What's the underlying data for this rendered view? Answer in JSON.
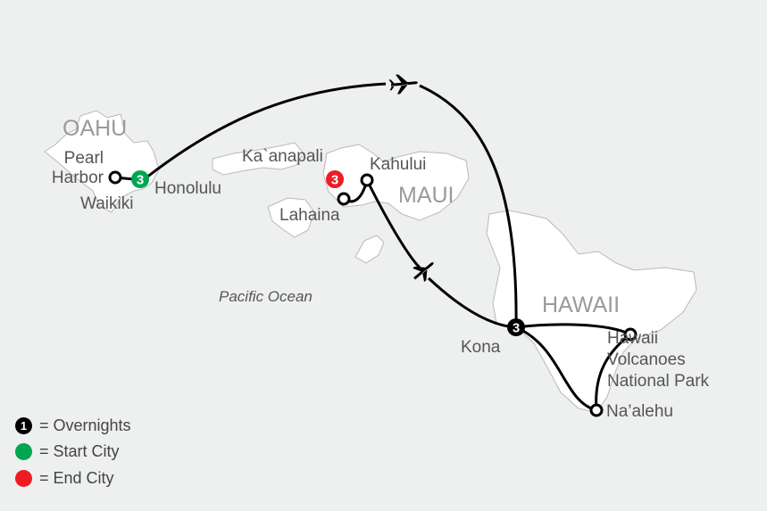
{
  "islands": [
    "OAHU",
    "MAUI",
    "HAWAII"
  ],
  "ocean_label": "Pacific Ocean",
  "places": {
    "pearl_harbor": "Pearl\nHarbor",
    "honolulu": "Honolulu",
    "waikiki": "Waikiki",
    "kaanapali": "Ka`anapali",
    "kahului": "Kahului",
    "lahaina": "Lahaina",
    "kona": "Kona",
    "volcanoes": "Hawaii\nVolcanoes\nNational Park",
    "naalehu": "Na’alehu"
  },
  "overnights": {
    "honolulu": "3",
    "kaanapali": "3",
    "kona": "3"
  },
  "legend": [
    {
      "symbol": "1",
      "label": "= Overnights",
      "color": "#000000"
    },
    {
      "symbol": "",
      "label": "= Start City",
      "color": "#00a651"
    },
    {
      "symbol": "",
      "label": "= End City",
      "color": "#ed1c24"
    }
  ],
  "colors": {
    "start": "#00a651",
    "end": "#ed1c24",
    "route": "#000000",
    "land": "#ffffff",
    "sea": "#eeefef"
  }
}
